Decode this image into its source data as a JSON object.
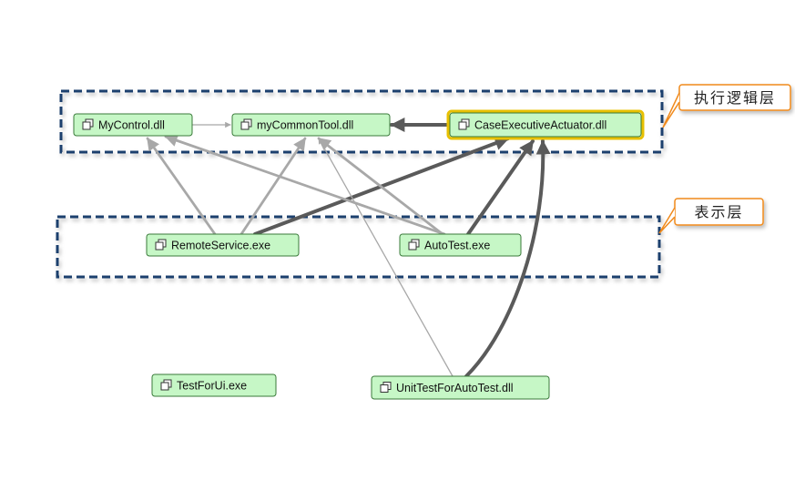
{
  "layers": [
    {
      "id": "logic",
      "label": "执行逻辑层"
    },
    {
      "id": "presentation",
      "label": "表示层"
    }
  ],
  "nodes": [
    {
      "id": "mycontrol",
      "label": "MyControl.dll",
      "icon": "assembly-icon"
    },
    {
      "id": "mycommontool",
      "label": "myCommonTool.dll",
      "icon": "assembly-icon"
    },
    {
      "id": "caseexec",
      "label": "CaseExecutiveActuator.dll",
      "icon": "assembly-icon",
      "selected": true
    },
    {
      "id": "remoteservice",
      "label": "RemoteService.exe",
      "icon": "assembly-icon"
    },
    {
      "id": "autotest",
      "label": "AutoTest.exe",
      "icon": "assembly-icon"
    },
    {
      "id": "testforui",
      "label": "TestForUi.exe",
      "icon": "assembly-icon"
    },
    {
      "id": "unittest",
      "label": "UnitTestForAutoTest.dll",
      "icon": "assembly-icon"
    }
  ],
  "edges": [
    {
      "from": "mycontrol",
      "to": "mycommontool",
      "weight": "thin"
    },
    {
      "from": "caseexec",
      "to": "mycommontool",
      "weight": "heavy"
    },
    {
      "from": "remoteservice",
      "to": "mycontrol",
      "weight": "medium"
    },
    {
      "from": "remoteservice",
      "to": "mycommontool",
      "weight": "medium"
    },
    {
      "from": "remoteservice",
      "to": "caseexec",
      "weight": "heavy"
    },
    {
      "from": "autotest",
      "to": "mycontrol",
      "weight": "medium"
    },
    {
      "from": "autotest",
      "to": "mycommontool",
      "weight": "medium"
    },
    {
      "from": "autotest",
      "to": "caseexec",
      "weight": "heavy"
    },
    {
      "from": "unittest",
      "to": "mycommontool",
      "weight": "thin"
    },
    {
      "from": "unittest",
      "to": "caseexec",
      "weight": "heavy"
    }
  ],
  "colors": {
    "node_fill": "#c6f7c6",
    "node_stroke": "#3a7a3a",
    "selected_outline": "#e8c000",
    "layer_border": "#1f3f6e",
    "callout_stroke": "#f08a1c",
    "edge_light": "#a8a8a8",
    "edge_dark": "#5a5a5a"
  }
}
